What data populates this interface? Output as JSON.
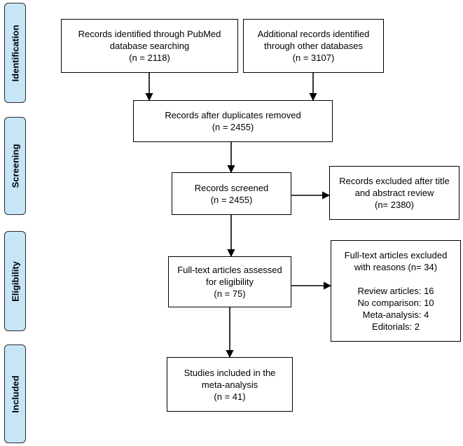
{
  "phases": [
    "Identification",
    "Screening",
    "Eligibility",
    "Included"
  ],
  "boxes": {
    "pubmed": [
      "Records identified through PubMed",
      "database searching",
      "(n = 2118)"
    ],
    "other_db": [
      "Additional records identified",
      "through other databases",
      "(n = 3107)"
    ],
    "duplicates": [
      "Records after duplicates removed",
      "(n = 2455)"
    ],
    "screened": [
      "Records screened",
      "(n = 2455)"
    ],
    "excluded_title": [
      "Records excluded after title",
      "and abstract review",
      "(n= 2380)"
    ],
    "fulltext": [
      "Full-text articles assessed",
      "for eligibility",
      "(n = 75)"
    ],
    "excluded_fulltext": {
      "head": [
        "Full-text articles excluded",
        "with reasons (n= 34)"
      ],
      "reasons": [
        "Review articles: 16",
        "No comparison: 10",
        "Meta-analysis: 4",
        "Editorials: 2"
      ]
    },
    "included": [
      "Studies included in the",
      "meta-analysis",
      "(n = 41)"
    ]
  }
}
